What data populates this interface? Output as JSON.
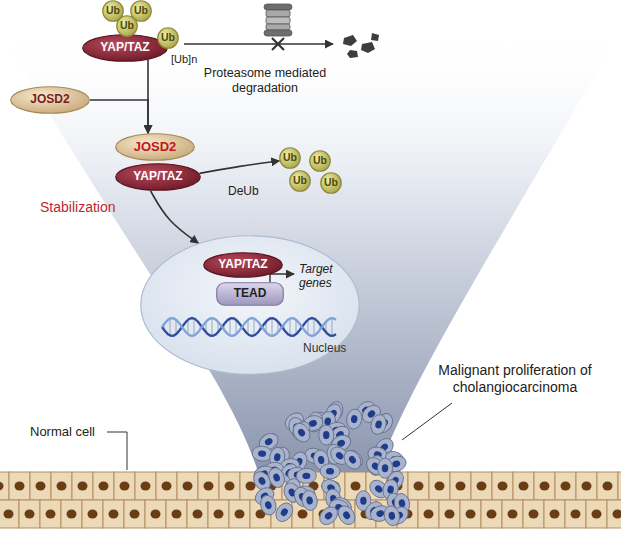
{
  "diagram": {
    "nodes": [
      {
        "text": [
          "YAP/TAZ"
        ]
      },
      {
        "text": [
          "Ub"
        ]
      },
      {
        "text": [
          "Ub"
        ]
      },
      {
        "text": [
          "Ub"
        ]
      },
      {
        "text": [
          "Ub"
        ]
      },
      {
        "text": [
          "JOSD2"
        ]
      },
      {
        "text": [
          "JOSD2"
        ]
      },
      {
        "text": [
          "YAP/TAZ"
        ]
      },
      {
        "text": [
          "Ub"
        ]
      },
      {
        "text": [
          "Ub"
        ]
      },
      {
        "text": [
          "Ub"
        ]
      },
      {
        "text": [
          "Ub"
        ]
      },
      {
        "text": [
          "Nucleus"
        ]
      },
      {
        "text": [
          "YAP/TAZ"
        ],
        "in": 12
      },
      {
        "text": [
          "TEAD"
        ],
        "in": 12
      }
    ],
    "edges": [
      {
        "from": 0,
        "to": 6,
        "arrow": "to"
      },
      {
        "from": 5,
        "to": 6,
        "arrow": "to"
      },
      {
        "from": 7,
        "to": 8,
        "arrow": "to"
      },
      {
        "from": 7,
        "to": 12,
        "arrow": "to"
      }
    ],
    "labels": [
      "[Ub]n",
      "Proteasome mediated degradation",
      "DeUb",
      "Stabilization",
      "Target genes",
      "Normal cell",
      "Malignant proliferation of cholangiocarcinoma"
    ]
  }
}
